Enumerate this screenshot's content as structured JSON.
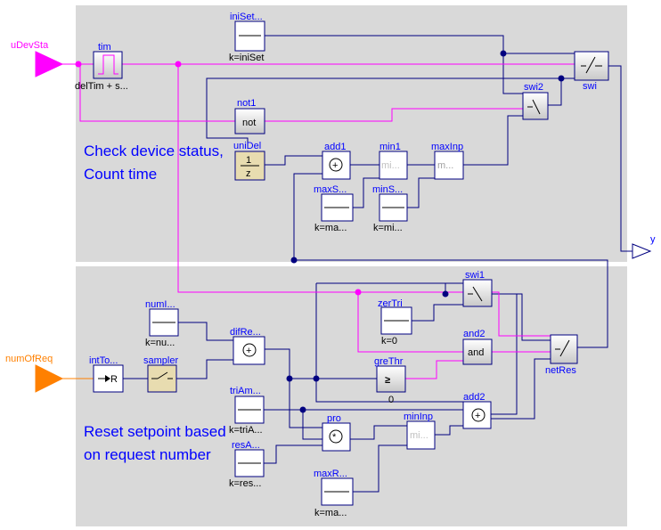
{
  "inputs": {
    "uDevSta": "uDevSta",
    "numOfReq": "numOfReq"
  },
  "output": "y",
  "comments": {
    "top_line1": "Check device status,",
    "top_line2": "Count time",
    "bottom_line1": "Reset setpoint based",
    "bottom_line2": "on request number"
  },
  "blocks": {
    "tim": {
      "name": "tim",
      "param": "delTim + s..."
    },
    "iniSet": {
      "name": "iniSet...",
      "param": "k=iniSet"
    },
    "swi": {
      "name": "swi"
    },
    "swi2": {
      "name": "swi2"
    },
    "not1": {
      "name": "not1",
      "text": "not"
    },
    "uniDel": {
      "name": "uniDel",
      "text_top": "1",
      "text_bot": "z"
    },
    "add1": {
      "name": "add1"
    },
    "min1": {
      "name": "min1",
      "text": "mi..."
    },
    "maxInp": {
      "name": "maxInp",
      "text": "m..."
    },
    "maxS": {
      "name": "maxS...",
      "param": "k=ma..."
    },
    "minS": {
      "name": "minS...",
      "param": "k=mi..."
    },
    "swi1": {
      "name": "swi1"
    },
    "numI": {
      "name": "numI...",
      "param": "k=nu..."
    },
    "zerTri": {
      "name": "zerTri",
      "param": "k=0"
    },
    "and2": {
      "name": "and2",
      "text": "and"
    },
    "netRes": {
      "name": "netRes"
    },
    "intTo": {
      "name": "intTo...",
      "text": "R"
    },
    "sampler": {
      "name": "sampler"
    },
    "difRe": {
      "name": "difRe..."
    },
    "greThr": {
      "name": "greThr",
      "param": "0"
    },
    "triAm": {
      "name": "triAm...",
      "param": "k=triA..."
    },
    "add2": {
      "name": "add2"
    },
    "pro": {
      "name": "pro"
    },
    "minInp": {
      "name": "minInp",
      "text": "mi..."
    },
    "resA": {
      "name": "resA...",
      "param": "k=res..."
    },
    "maxR": {
      "name": "maxR...",
      "param": "k=ma..."
    }
  },
  "colors": {
    "panel": "#d9d9d9",
    "real_wire": "#000080",
    "bool_wire": "#ff00ff",
    "int_wire": "#ff8000",
    "label": "#0000ff",
    "delay_fill": "#e8dcb0"
  }
}
